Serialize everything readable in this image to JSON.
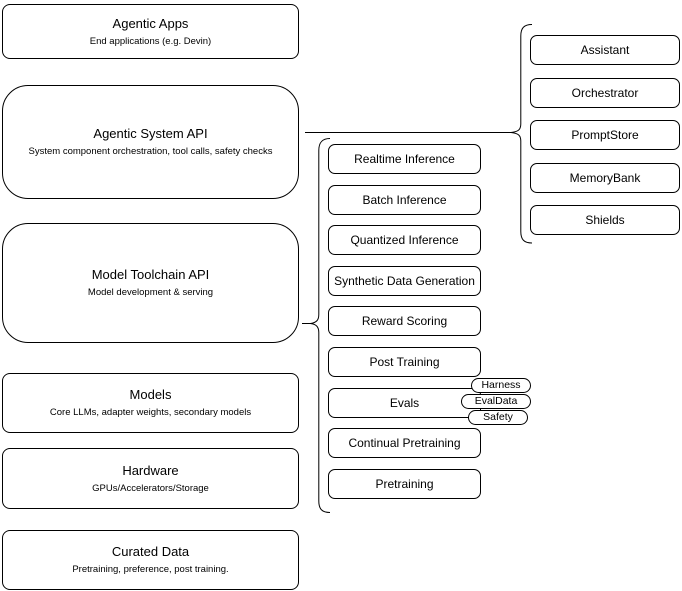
{
  "colors": {
    "stroke": "#000000",
    "background": "#ffffff",
    "text": "#000000"
  },
  "stack": {
    "layers": [
      {
        "title": "Agentic Apps",
        "subtitle": "End applications (e.g. Devin)"
      },
      {
        "title": "Agentic System API",
        "subtitle": "System component orchestration, tool calls, safety checks"
      },
      {
        "title": "Model Toolchain API",
        "subtitle": "Model development & serving"
      },
      {
        "title": "Models",
        "subtitle": "Core LLMs, adapter weights, secondary models"
      },
      {
        "title": "Hardware",
        "subtitle": "GPUs/Accelerators/Storage"
      },
      {
        "title": "Curated Data",
        "subtitle": "Pretraining, preference, post training."
      }
    ]
  },
  "toolchain": {
    "items": [
      "Realtime Inference",
      "Batch Inference",
      "Quantized Inference",
      "Synthetic Data Generation",
      "Reward Scoring",
      "Post Training",
      "Evals",
      "Continual Pretraining",
      "Pretraining"
    ],
    "eval_tags": [
      "Harness",
      "EvalData",
      "Safety"
    ]
  },
  "system": {
    "items": [
      "Assistant",
      "Orchestrator",
      "PromptStore",
      "MemoryBank",
      "Shields"
    ]
  }
}
